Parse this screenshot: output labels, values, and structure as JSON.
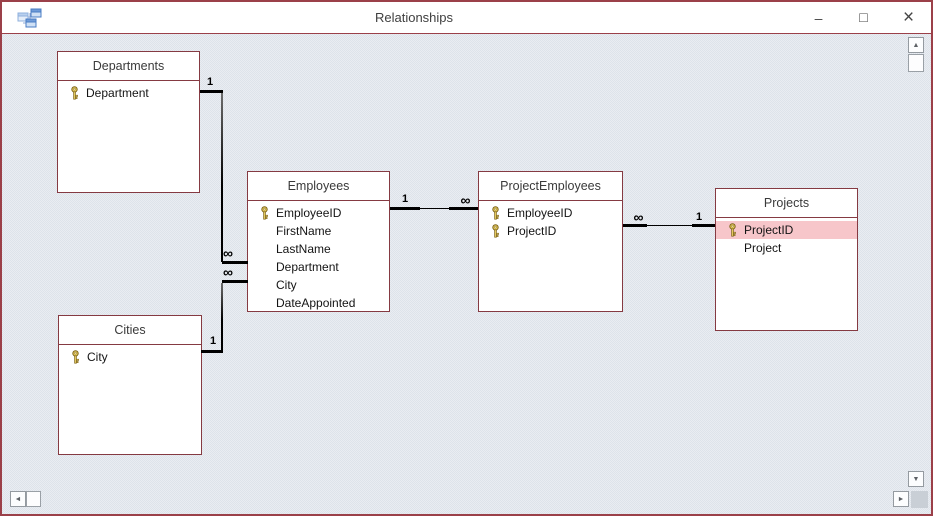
{
  "window": {
    "title": "Relationships"
  },
  "icons": {
    "minimize": "–",
    "maximize": "□",
    "close": "×",
    "scroll_up": "▲",
    "scroll_down": "▼",
    "scroll_left": "◄",
    "scroll_right": "►"
  },
  "tables": {
    "departments": {
      "title": "Departments",
      "fields": [
        {
          "label": "Department",
          "key": true,
          "selected": false
        }
      ]
    },
    "cities": {
      "title": "Cities",
      "fields": [
        {
          "label": "City",
          "key": true,
          "selected": false
        }
      ]
    },
    "employees": {
      "title": "Employees",
      "fields": [
        {
          "label": "EmployeeID",
          "key": true,
          "selected": false
        },
        {
          "label": "FirstName",
          "key": false,
          "selected": false
        },
        {
          "label": "LastName",
          "key": false,
          "selected": false
        },
        {
          "label": "Department",
          "key": false,
          "selected": false
        },
        {
          "label": "City",
          "key": false,
          "selected": false
        },
        {
          "label": "DateAppointed",
          "key": false,
          "selected": false
        }
      ]
    },
    "projectemployees": {
      "title": "ProjectEmployees",
      "fields": [
        {
          "label": "EmployeeID",
          "key": true,
          "selected": false
        },
        {
          "label": "ProjectID",
          "key": true,
          "selected": false
        }
      ]
    },
    "projects": {
      "title": "Projects",
      "fields": [
        {
          "label": "ProjectID",
          "key": true,
          "selected": true
        },
        {
          "label": "Project",
          "key": false,
          "selected": false
        }
      ]
    }
  },
  "relationships": [
    {
      "name": "departments-employees",
      "one": "1",
      "many": "∞"
    },
    {
      "name": "cities-employees",
      "one": "1",
      "many": "∞"
    },
    {
      "name": "employees-projectemployees",
      "one": "1",
      "many": "∞"
    },
    {
      "name": "projectemployees-projects",
      "one": "1",
      "many": "∞"
    }
  ],
  "colors": {
    "window_border": "#9b4049",
    "table_border": "#853a42",
    "selected_row": "#f7c6ca",
    "key_gold": "#e4c95c",
    "canvas_light": "#eaedf2",
    "canvas_dark": "#dde3ea"
  }
}
